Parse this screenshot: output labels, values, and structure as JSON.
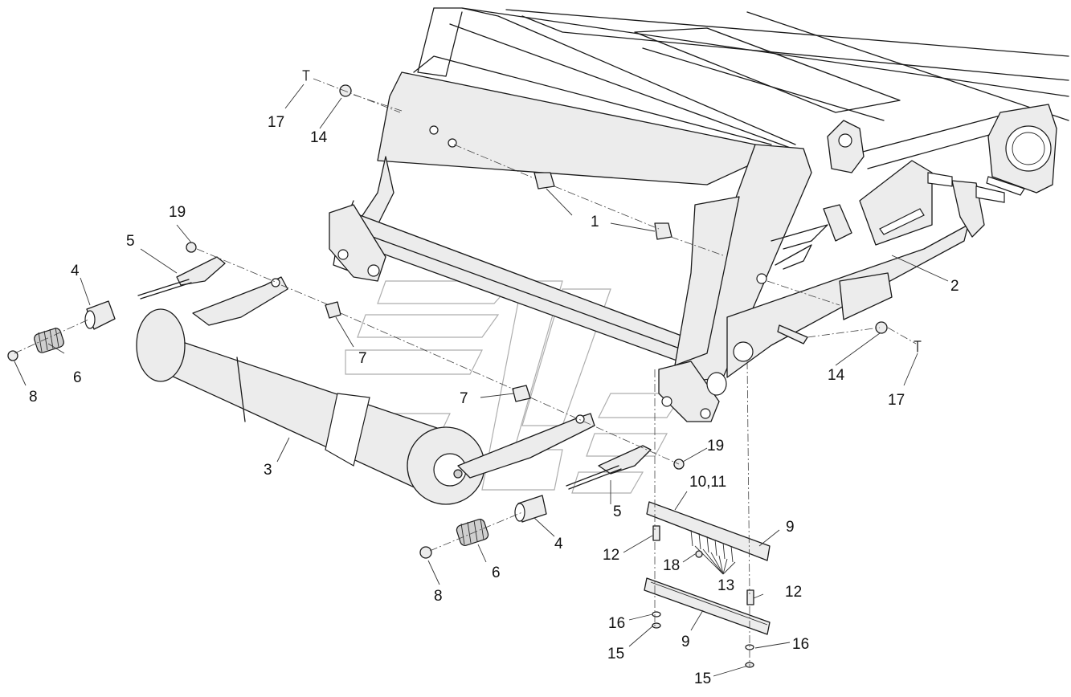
{
  "callouts": {
    "c1": "1",
    "c2": "2",
    "c3": "3",
    "c4a": "4",
    "c4b": "4",
    "c5a": "5",
    "c5b": "5",
    "c6a": "6",
    "c6b": "6",
    "c7a": "7",
    "c7b": "7",
    "c8a": "8",
    "c8b": "8",
    "c9a": "9",
    "c9b": "9",
    "c1011": "10,11",
    "c12a": "12",
    "c12b": "12",
    "c13": "13",
    "c14a": "14",
    "c14b": "14",
    "c15a": "15",
    "c15b": "15",
    "c16a": "16",
    "c16b": "16",
    "c17a": "17",
    "c17b": "17",
    "c18": "18",
    "c19a": "19",
    "c19b": "19"
  }
}
